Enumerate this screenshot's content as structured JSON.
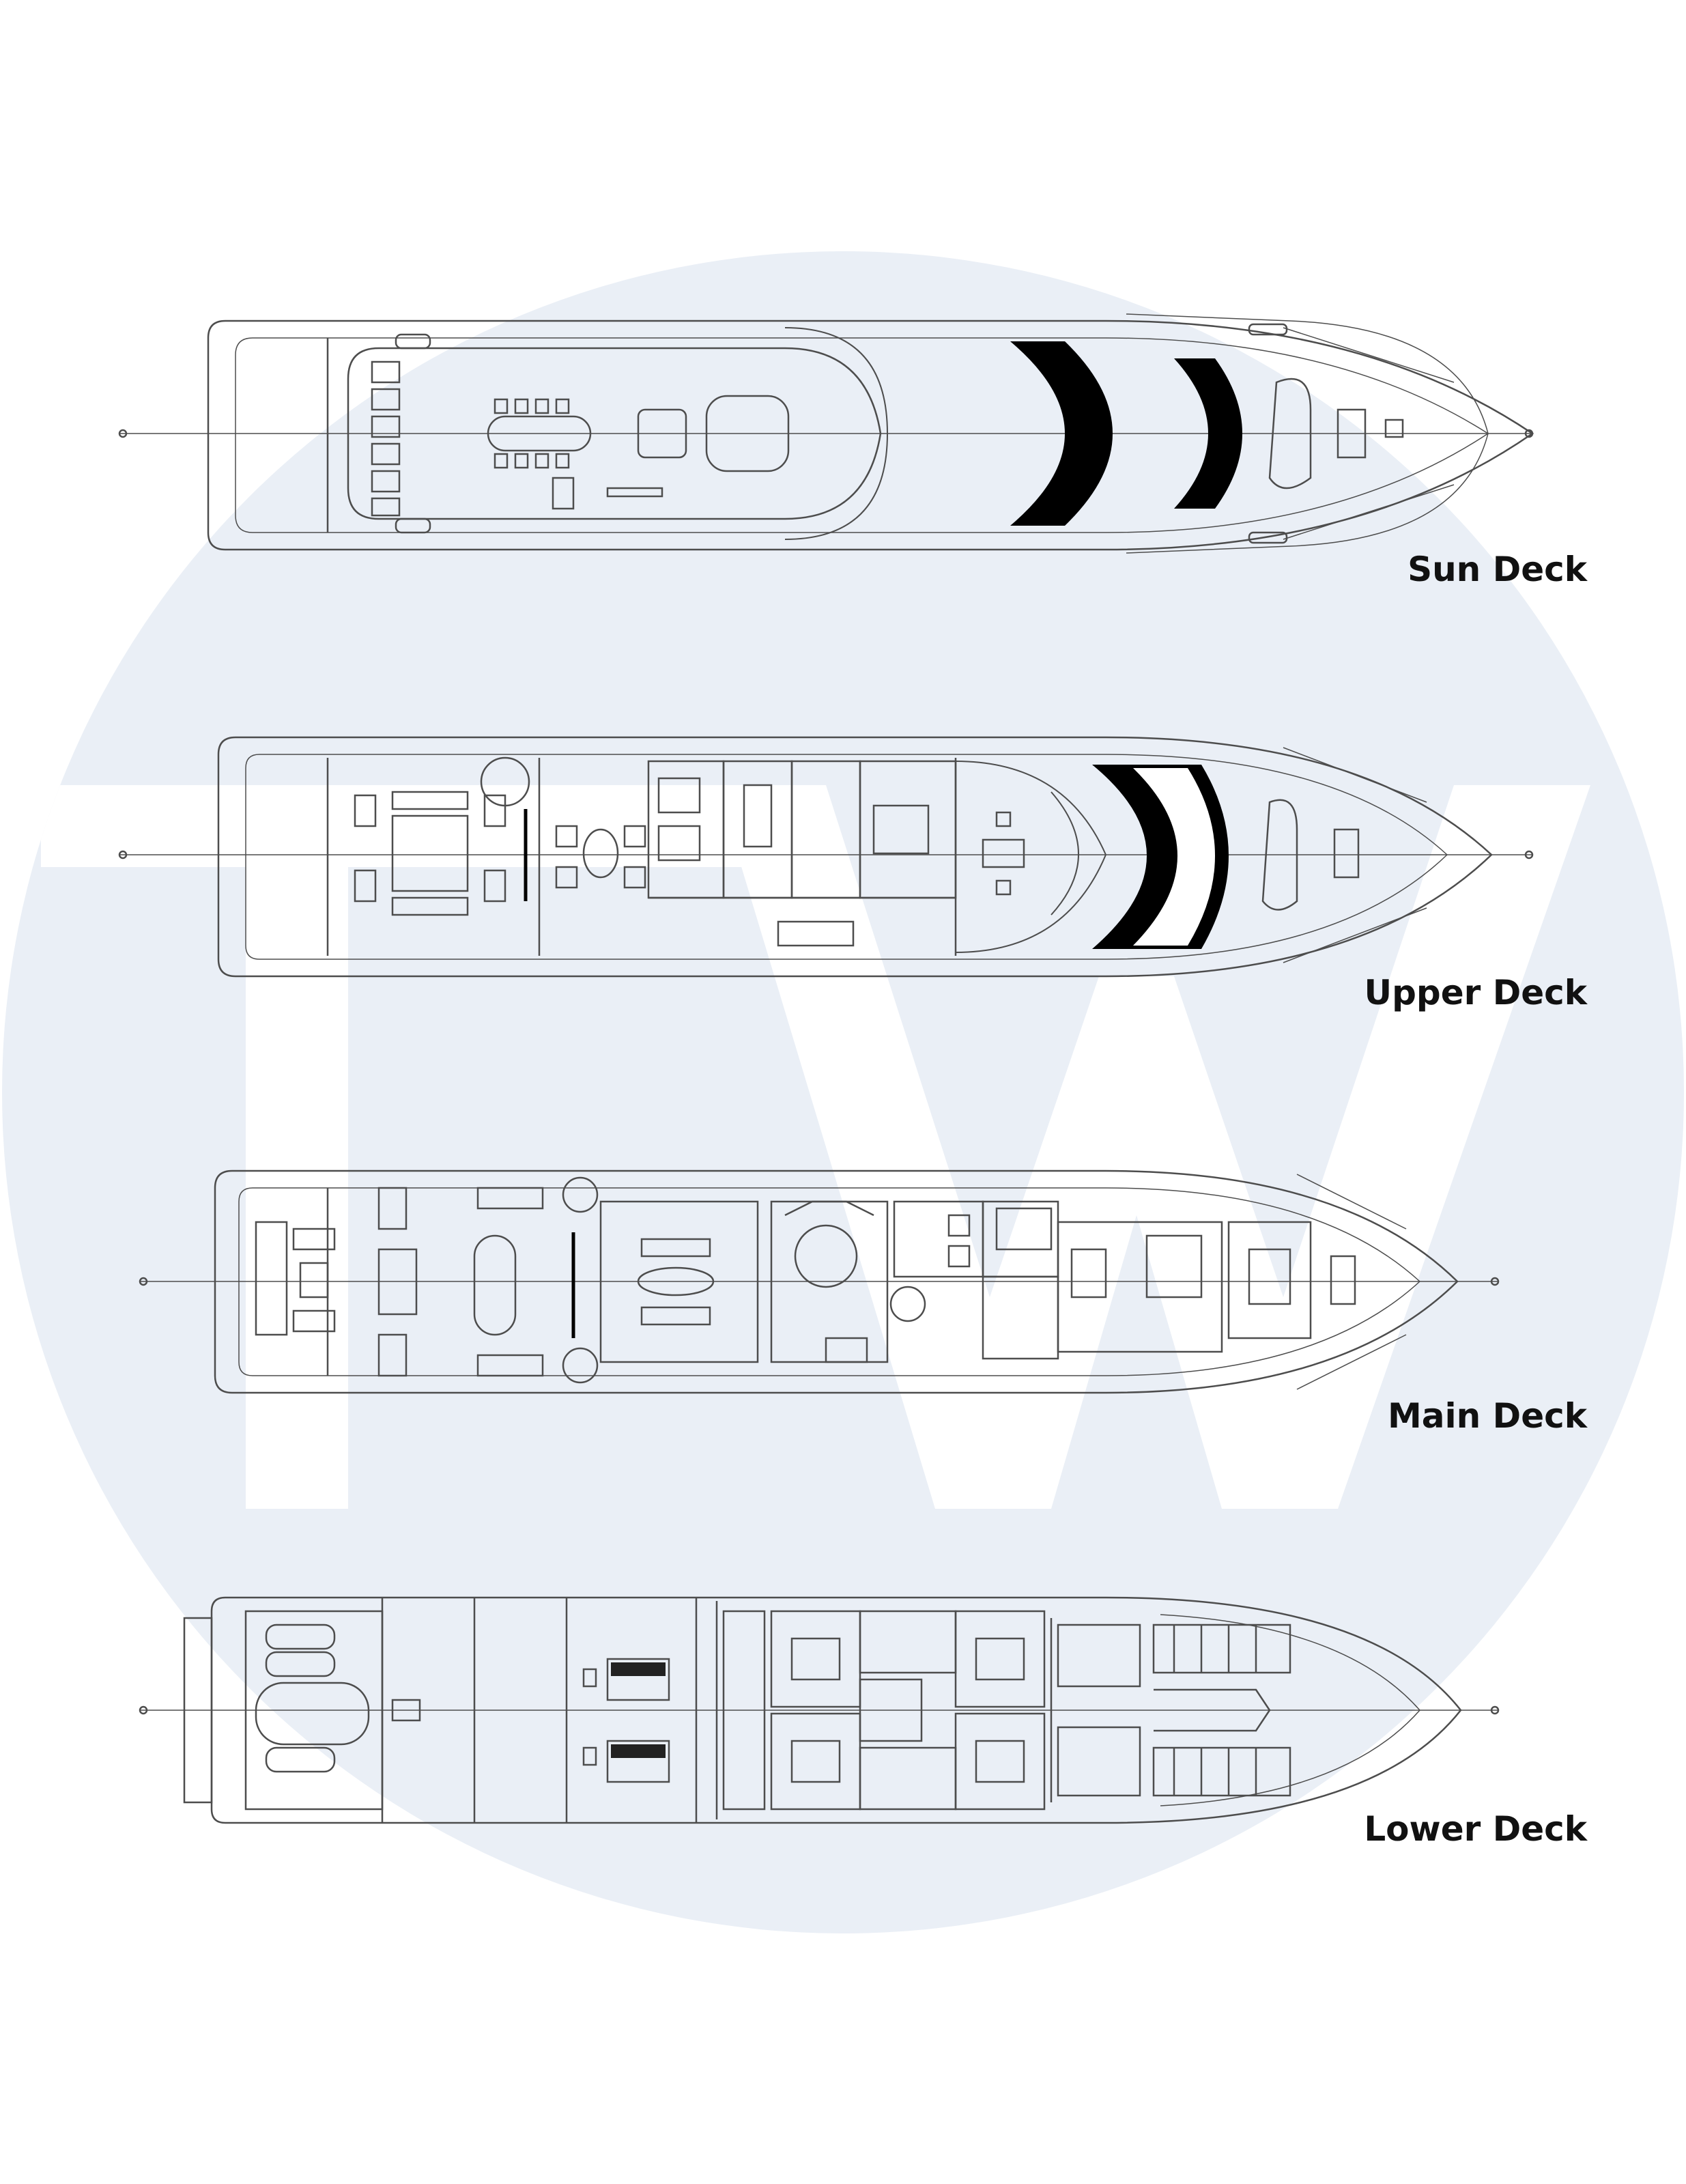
{
  "colors": {
    "watermark": "#eaeff6",
    "line": "#4d4d4d",
    "accent": "#000000",
    "label": "#111111"
  },
  "watermark_icon": "tw-monogram-logo",
  "watermark_text": "TW",
  "decks": [
    {
      "id": "sun",
      "label": "Sun Deck"
    },
    {
      "id": "upper",
      "label": "Upper Deck"
    },
    {
      "id": "main",
      "label": "Main Deck"
    },
    {
      "id": "lower",
      "label": "Lower Deck"
    }
  ]
}
